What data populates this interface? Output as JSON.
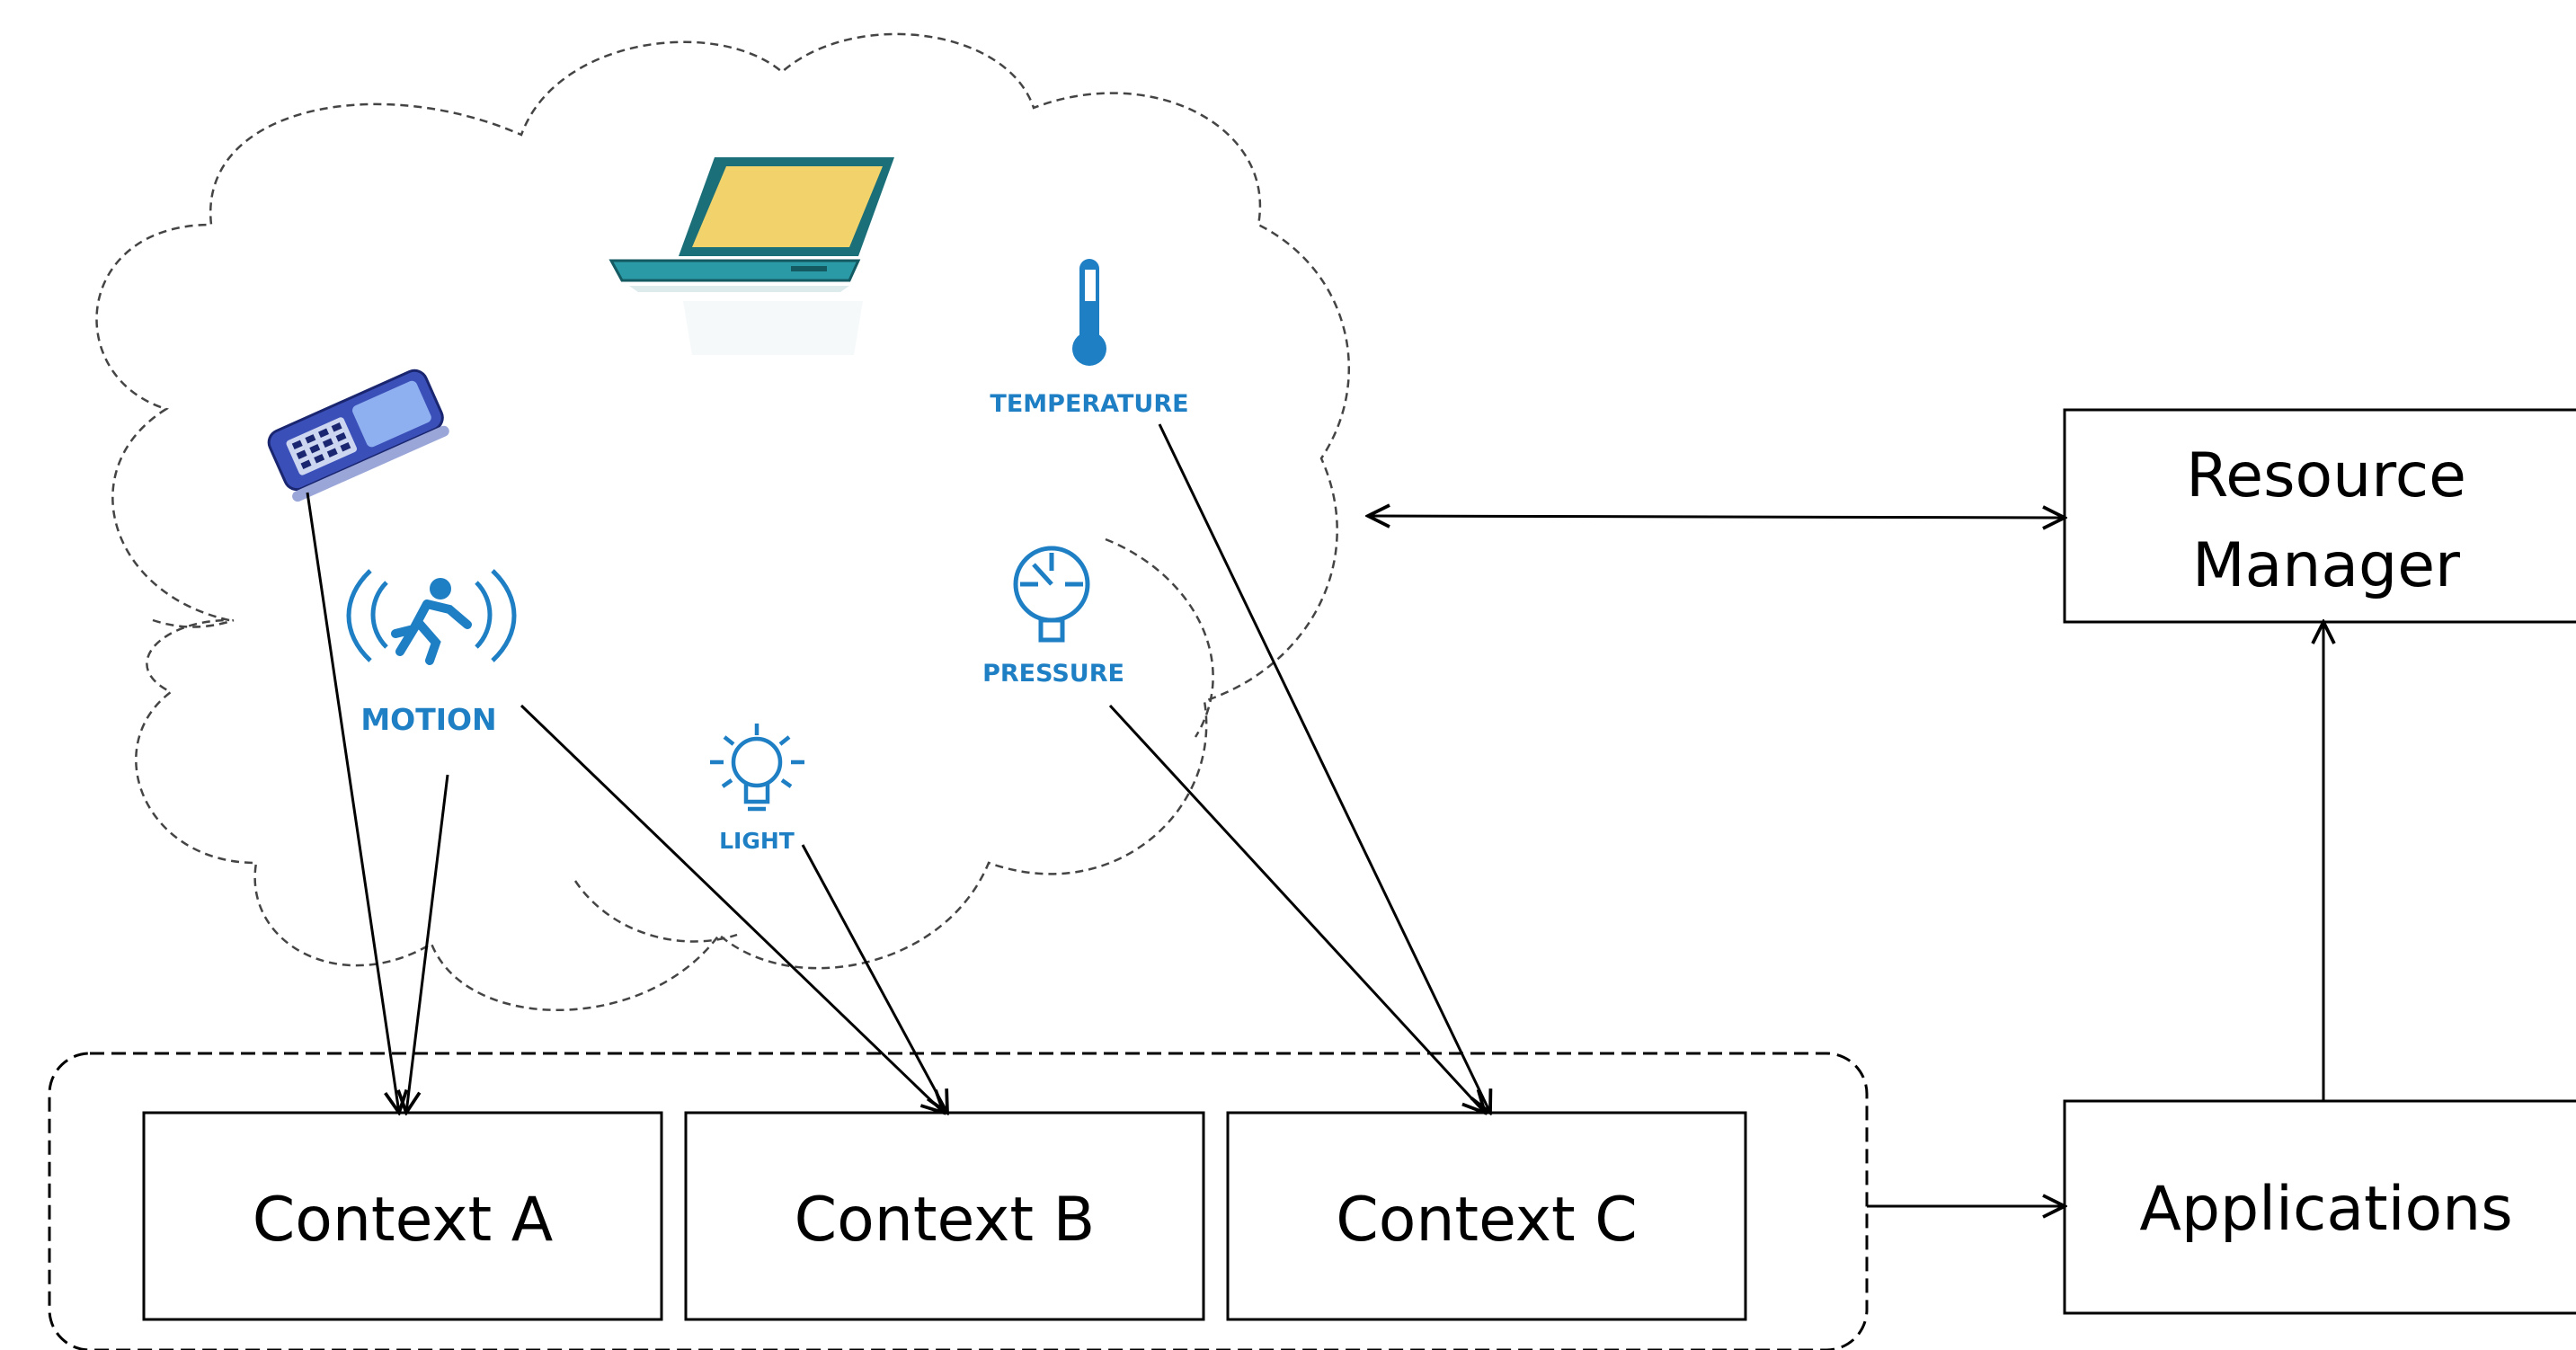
{
  "sensors": {
    "temperature": "TEMPERATURE",
    "pressure": "PRESSURE",
    "motion": "MOTION",
    "light": "LIGHT"
  },
  "contexts": {
    "a": "Context A",
    "b": "Context B",
    "c": "Context C"
  },
  "resource_manager": {
    "line1": "Resource",
    "line2": "Manager"
  },
  "applications": "Applications",
  "colors": {
    "sensor_blue": "#1f7fc4",
    "laptop_teal": "#2a9aa6",
    "laptop_screen": "#f2d36b",
    "phone_blue": "#3a4fb8"
  }
}
